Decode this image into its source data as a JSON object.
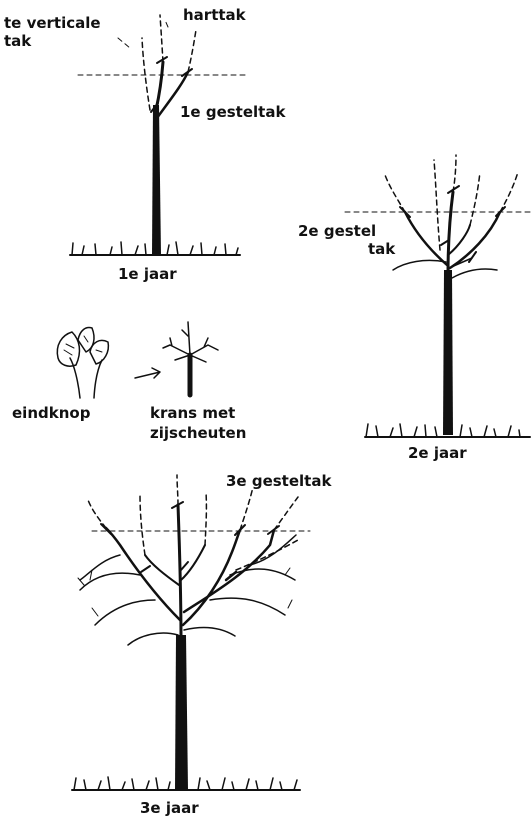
{
  "labels": {
    "leader_too_vertical": [
      "te verticale",
      "tak"
    ],
    "central_leader": "harttak",
    "first_scaffold": "1e gesteltak",
    "year1": "1e jaar",
    "second_scaffold": [
      "2e gestel",
      "tak"
    ],
    "year2": "2e jaar",
    "terminal_bud": "eindknop",
    "whorl": [
      "krans met",
      "zijscheuten"
    ],
    "third_scaffold": "3e gesteltak",
    "year3": "3e jaar"
  }
}
